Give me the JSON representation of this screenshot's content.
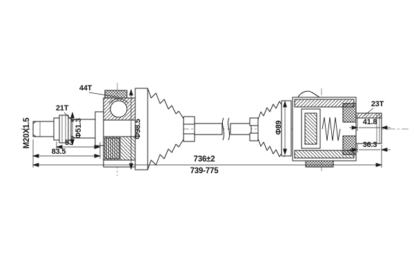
{
  "figure": {
    "type": "technical-drawing",
    "subject": "cv-axle-drive-shaft",
    "colors": {
      "line": "#1a1a1a",
      "background": "#ffffff"
    },
    "labels": {
      "thread_size": "M20X1.5",
      "outer_spline_teeth": "21T",
      "abs_ring_teeth": "44T",
      "outer_hub_diameter": "Φ51.3",
      "outer_boot_diameter": "Φ98.5",
      "outer_spline_length": "53",
      "outer_stub_length": "83.5",
      "overall_length_nominal": "736±2",
      "overall_length_range": "739-775",
      "inner_boot_diameter": "Φ89",
      "inner_spline_teeth": "23T",
      "inner_spline_length": "41.8",
      "inner_end_length": "36.3"
    }
  }
}
